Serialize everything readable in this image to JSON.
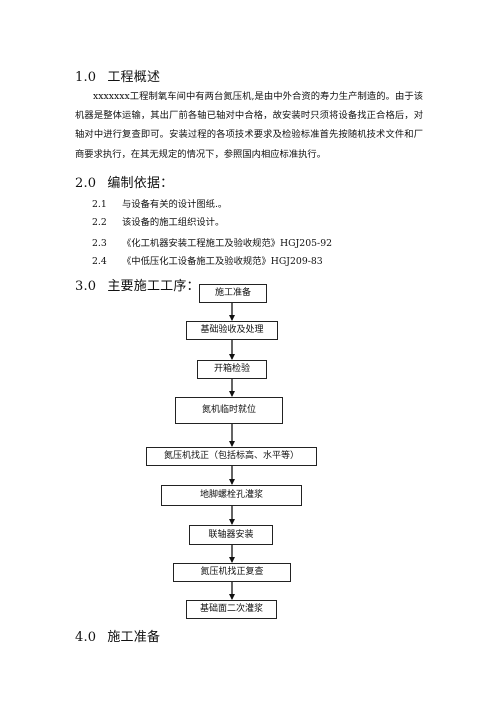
{
  "sections": {
    "s1": {
      "num": "1.0",
      "title": "工程概述",
      "body": "xxxxxxx工程制氧车间中有两台氮压机,是由中外合资的寿力生产制造的。由于该机器是整体运输，其出厂前各轴已轴对中合格，故安装时只须将设备找正合格后，对轴对中进行复查即可。安装过程的各项技术要求及检验标准首先按随机技术文件和厂商要求执行，在其无规定的情况下，参照国内相应标准执行。"
    },
    "s2": {
      "num": "2.0",
      "title": "编制依据：",
      "items": [
        {
          "num": "2.1",
          "text": "与设备有关的设计图纸.。"
        },
        {
          "num": "2.2",
          "text": "该设备的施工组织设计。"
        },
        {
          "num": "2.3",
          "text": "《化工机器安装工程施工及验收规范》HGJ205-92"
        },
        {
          "num": "2.4",
          "text": "《中低压化工设备施工及验收规范》HGJ209-83"
        }
      ]
    },
    "s3": {
      "num": "3.0",
      "title": "主要施工工序："
    },
    "s4": {
      "num": "4.0",
      "title": "施工准备"
    }
  },
  "flow": {
    "steps": [
      "施工准备",
      "基础验收及处理",
      "开箱检验",
      "氮机临时就位",
      "氮压机找正（包括标高、水平等）",
      "地脚螺栓孔灌浆",
      "联轴器安装",
      "氮压机找正复查",
      "基础面二次灌浆"
    ]
  }
}
